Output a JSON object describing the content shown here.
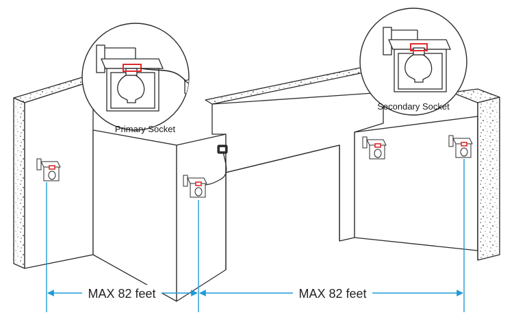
{
  "callouts": {
    "primary": "Primary Socket",
    "secondary": "Secondary Socket"
  },
  "dimensions": {
    "left": "MAX 82 feet",
    "right": "MAX 82 feet"
  },
  "colors": {
    "accent_line": "#1f9ad6",
    "socket_marker": "#e0282c",
    "outline": "#2a2a2a"
  },
  "icons": [
    "wall-lamp-icon",
    "plug-adapter-icon",
    "light-bulb-icon"
  ]
}
